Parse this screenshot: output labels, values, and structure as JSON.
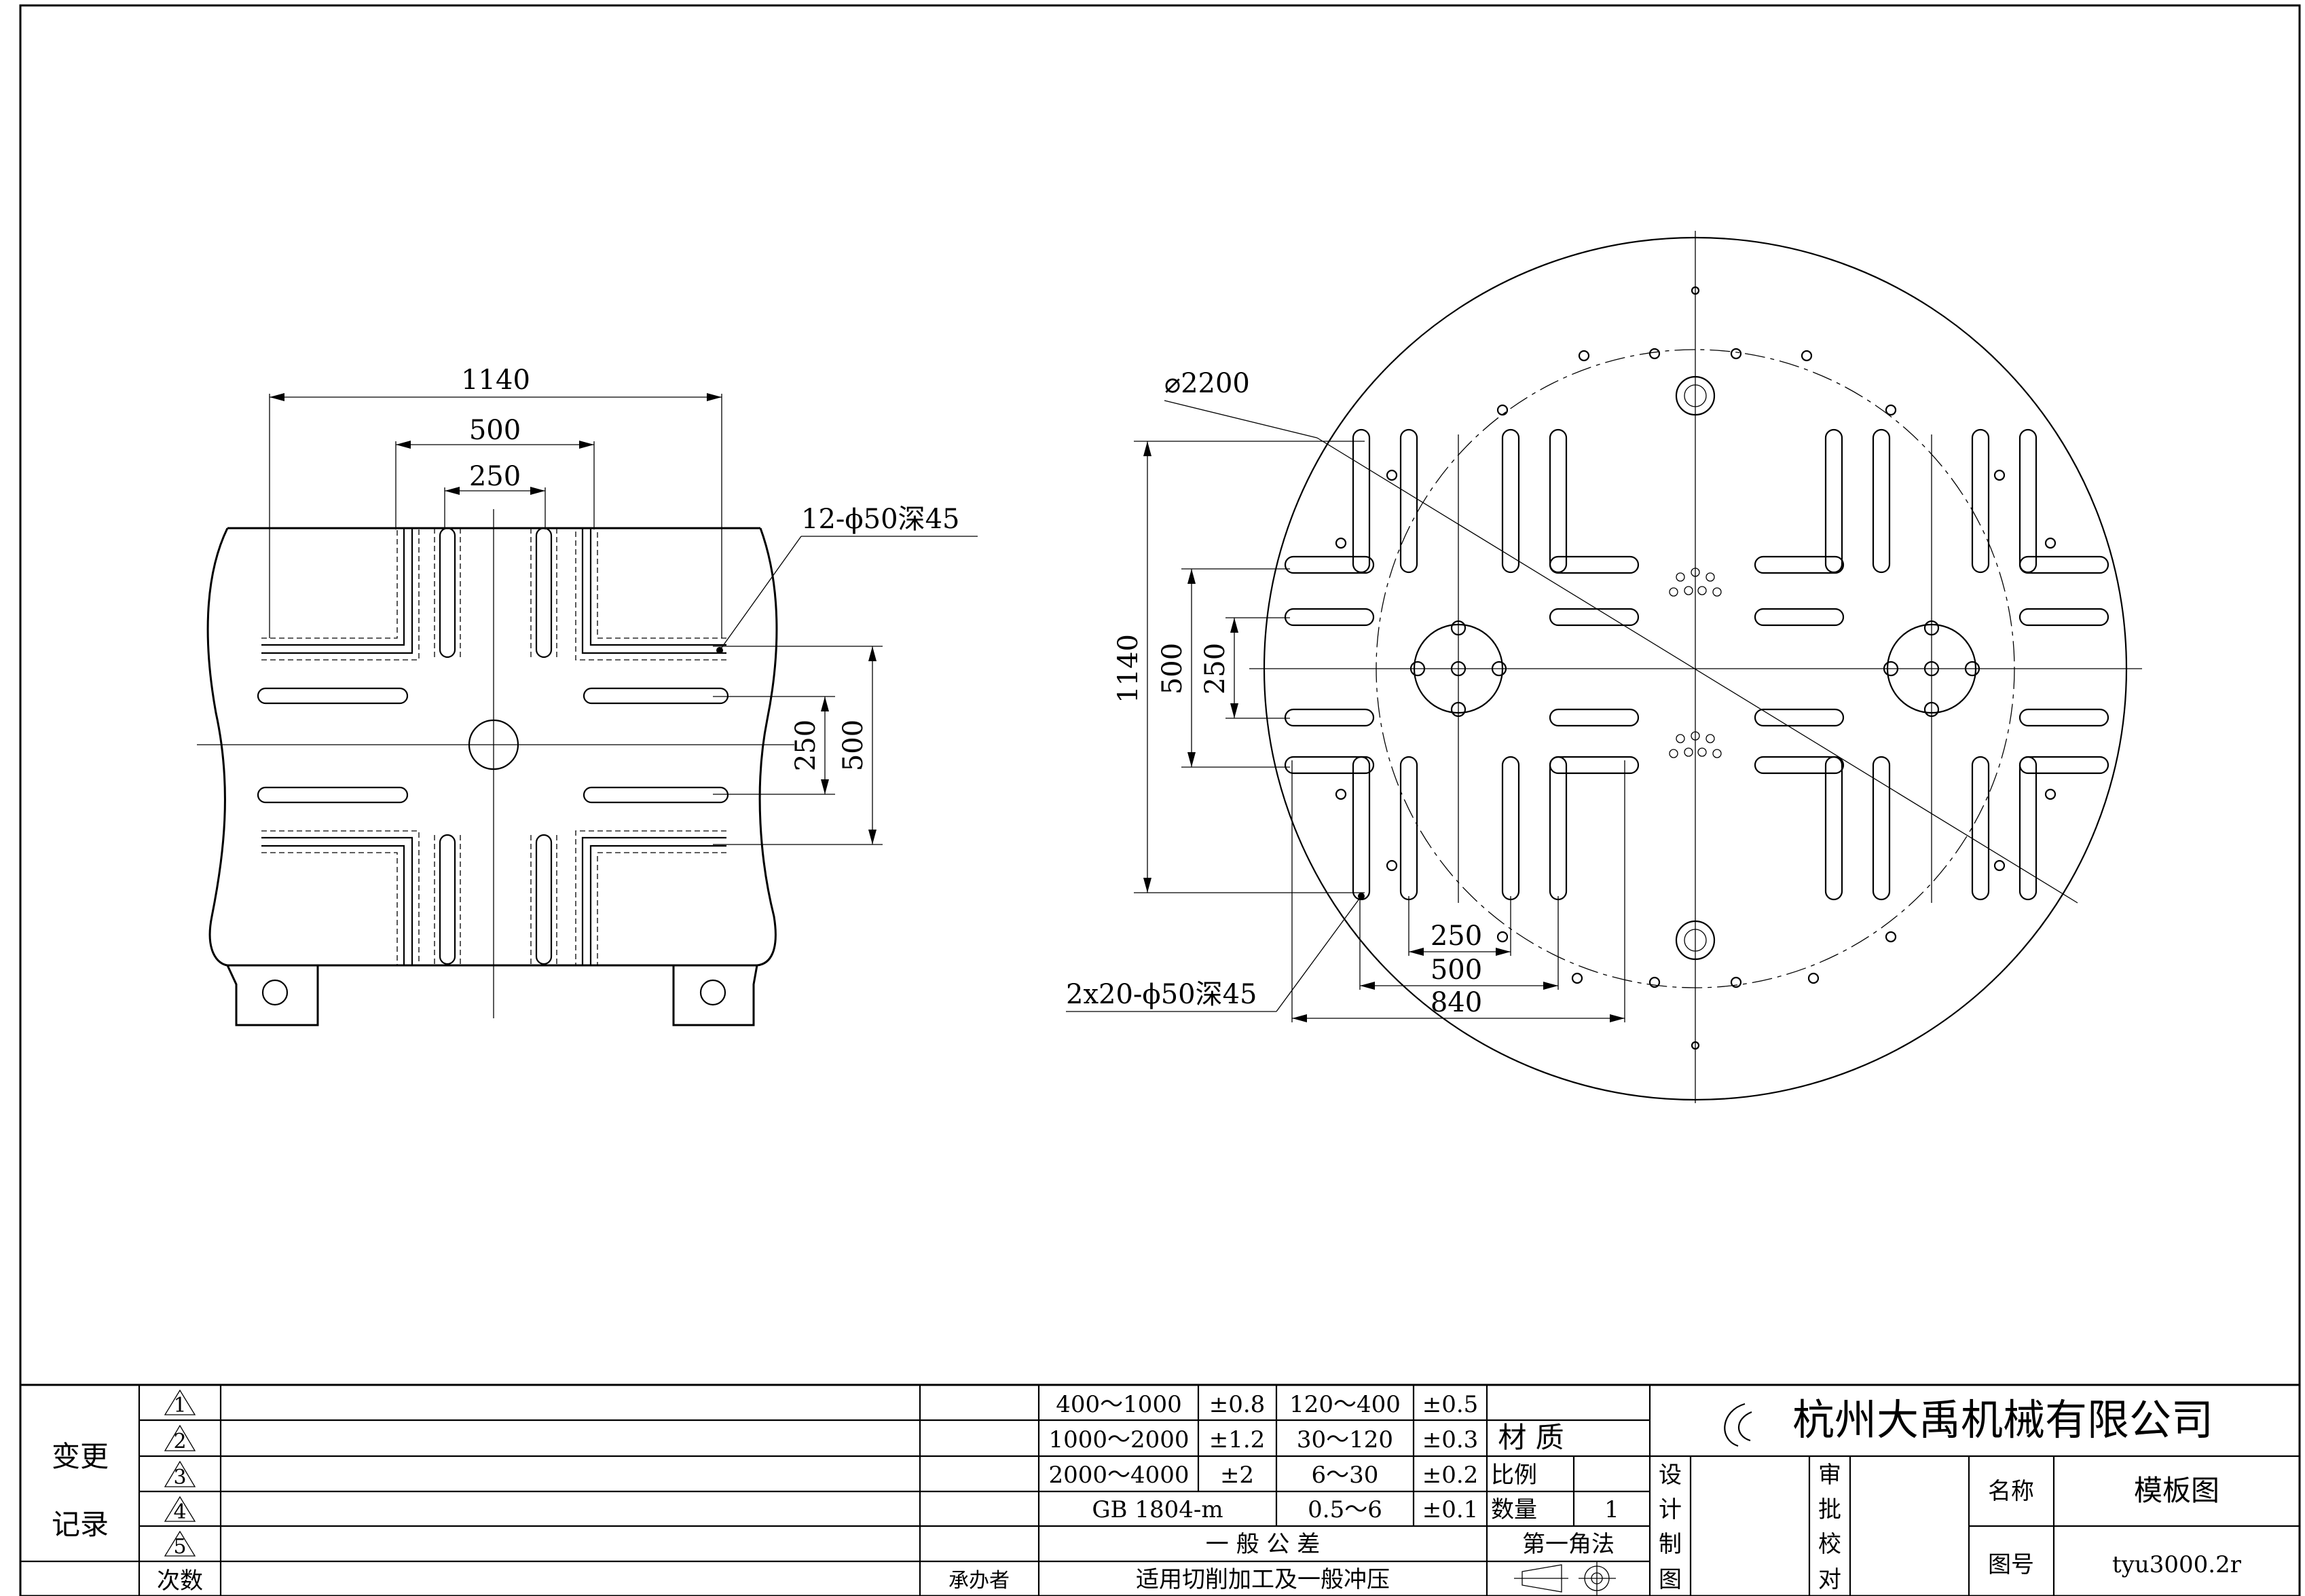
{
  "front_view": {
    "dims": {
      "d1140": "1140",
      "d500": "500",
      "d250": "250",
      "v250": "250",
      "v500": "500"
    },
    "hole_note": "12-ϕ50深45"
  },
  "plan_view": {
    "dia": "⌀2200",
    "dims": {
      "v1140": "1140",
      "v500": "500",
      "v250": "250",
      "h250": "250",
      "h500": "500",
      "h840": "840"
    },
    "hole_note": "2x20-ϕ50深45"
  },
  "title_block": {
    "rev_symbols": [
      "1",
      "2",
      "3",
      "4",
      "5"
    ],
    "change_label_1": "变更",
    "change_label_2": "记录",
    "count_label": "次数",
    "handler_label": "承办者",
    "tolerances": [
      [
        "400～1000",
        "±0.8",
        "120～400",
        "±0.5"
      ],
      [
        "1000～2000",
        "±1.2",
        "30～120",
        "±0.3"
      ],
      [
        "2000～4000",
        "±2",
        "6～30",
        "±0.2"
      ]
    ],
    "standard": "GB 1804-m",
    "small_range": "0.5～6",
    "small_tol": "±0.1",
    "general_tol": "一 般 公 差",
    "applies": "适用切削加工及一般冲压",
    "material": "材  质",
    "scale_label": "比例",
    "qty_label": "数量",
    "qty": "1",
    "projection": "第一角法",
    "design": [
      "设",
      "计"
    ],
    "drawn": [
      "制",
      "图"
    ],
    "approve": [
      "审",
      "批"
    ],
    "check": [
      "校",
      "对"
    ],
    "company": "杭州大禹机械有限公司",
    "name_label": "名称",
    "name_value": "模板图",
    "number_label": "图号",
    "number_value": "tyu3000.2r"
  }
}
